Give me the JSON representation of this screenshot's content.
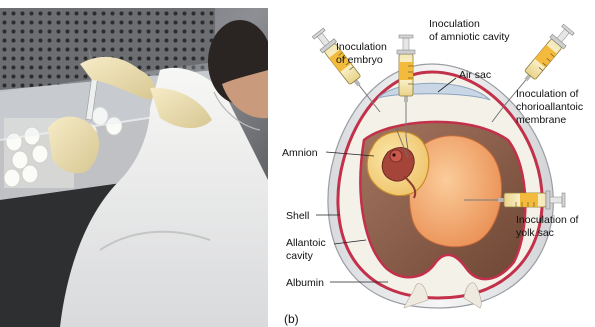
{
  "diagram": {
    "inoculations": {
      "embryo": [
        "Inoculation",
        "of embryo"
      ],
      "amniotic": [
        "Inoculation",
        "of amniotic cavity"
      ],
      "chorioallantoic": [
        "Inoculation of",
        "chorioallantoic",
        "membrane"
      ],
      "yolk_sac": [
        "Inoculation of",
        "yolk sac"
      ]
    },
    "structures": {
      "air_sac": "Air sac",
      "amnion": "Amnion",
      "shell": "Shell",
      "allantoic": [
        "Allantoic",
        "cavity"
      ],
      "albumin": "Albumin"
    },
    "panel_letter": "(b)"
  },
  "colors": {
    "shell": "#e9eaec",
    "membrane": "#c2304a",
    "albumin": "#f4f1e8",
    "allantoic_cavity": "#8a5a44",
    "yolk": "#f4b27c",
    "amnion": "#f6d88a",
    "air_sac": "#c9d6e6",
    "syringe_body": "#f0c23c"
  }
}
